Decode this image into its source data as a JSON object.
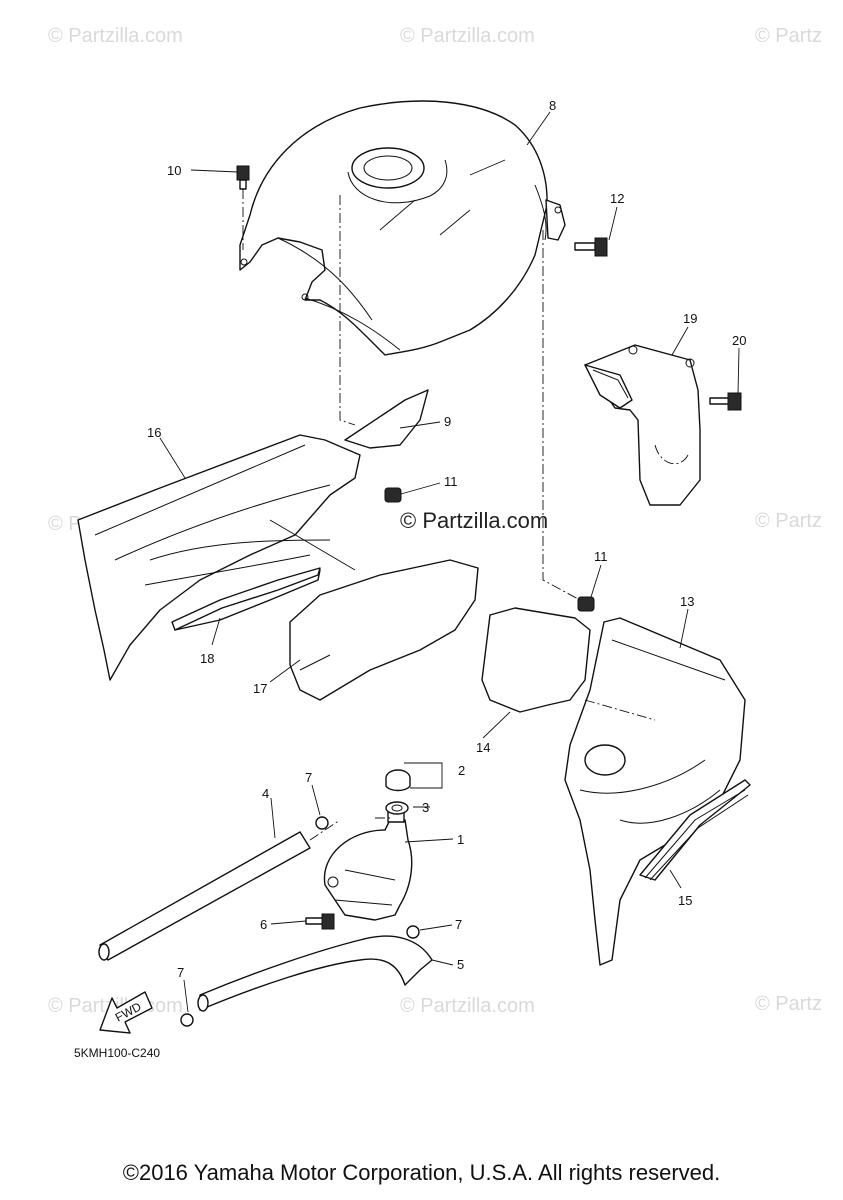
{
  "watermark": "© Partzilla.com",
  "watermark_edge": "© Partz",
  "diagram_code": "5KMH100-C240",
  "fwd_label": "FWD",
  "footer": "©2016 Yamaha Motor Corporation, U.S.A. All rights reserved.",
  "callouts": [
    "1",
    "2",
    "3",
    "4",
    "5",
    "6",
    "7",
    "8",
    "9",
    "10",
    "11",
    "12",
    "13",
    "14",
    "15",
    "16",
    "17",
    "18",
    "19",
    "20"
  ]
}
